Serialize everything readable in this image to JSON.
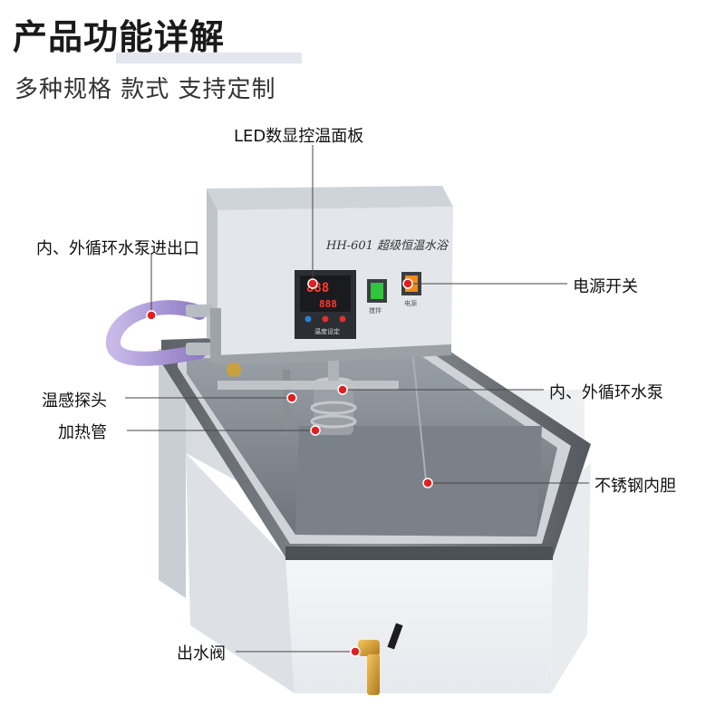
{
  "header": {
    "title": "产品功能详解",
    "subtitle": "多种规格 款式 支持定制"
  },
  "product": {
    "panel_brand": "HH-601 超级恒温水浴",
    "controller_reading_top": "888",
    "controller_reading_bottom": "888",
    "controller_caption": "温度设定",
    "switch_left_caption": "搅拌",
    "switch_right_caption": "电源"
  },
  "callouts": {
    "led_panel": "LED数显控温面板",
    "circulation_port": "内、外循环水泵进出口",
    "power_switch": "电源开关",
    "temp_probe": "温感探头",
    "circulation_pump": "内、外循环水泵",
    "heating_tube": "加热管",
    "stainless_liner": "不锈钢内胆",
    "outlet_valve": "出水阀"
  },
  "colors": {
    "marker": "#e02020",
    "body": "#eef1f4",
    "panel": "#e3e7ec",
    "steel": "#6c7178"
  }
}
